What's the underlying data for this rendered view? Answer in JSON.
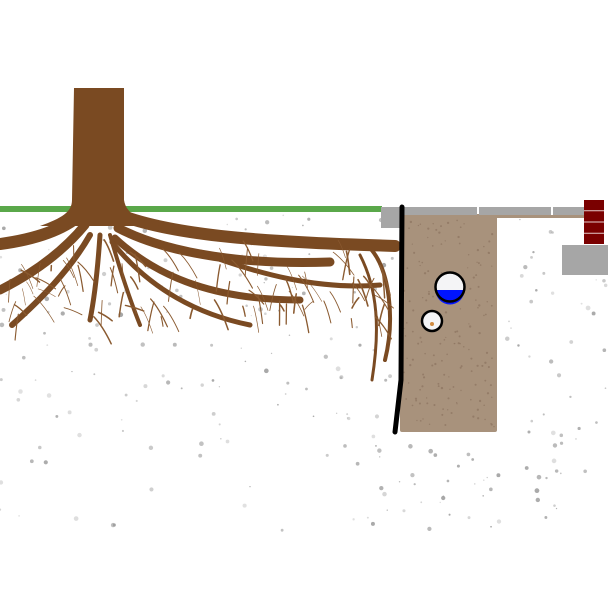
{
  "colors": {
    "background": "#ffffff",
    "grass": "#5aa84a",
    "tree": "#7a4a22",
    "root_thin": "#8a5a30",
    "sidewalk": "#a6a6a6",
    "trench_fill": "#a8927c",
    "root_barrier": "#000000",
    "water": "#0014ff",
    "pipe_fill": "#f4f4f6",
    "brick": "#7a0000",
    "footing": "#a6a6a6",
    "soil_speck": "#8a8a8a",
    "debris": "#d08a40"
  },
  "elements": {
    "tree": "tree-with-spreading-roots",
    "barrier": "vertical-root-barrier",
    "pipe_water": "pipe-partially-filled-with-water",
    "pipe_small": "small-pipe-with-debris",
    "wall": "brick-wall-on-footing"
  }
}
